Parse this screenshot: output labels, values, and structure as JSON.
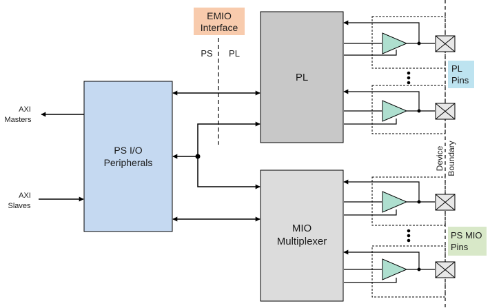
{
  "emio_box": {
    "line1": "EMIO",
    "line2": "Interface"
  },
  "ps_side": "PS",
  "pl_side": "PL",
  "axi_masters": {
    "line1": "AXI",
    "line2": "Masters"
  },
  "axi_slaves": {
    "line1": "AXI",
    "line2": "Slaves"
  },
  "ps_io_block": {
    "line1": "PS I/O",
    "line2": "Peripherals"
  },
  "pl_block": {
    "label": "PL"
  },
  "mio_block": {
    "line1": "MIO",
    "line2": "Multiplexer"
  },
  "pl_pins": {
    "line1": "PL",
    "line2": "Pins"
  },
  "ps_mio_pins": {
    "line1": "PS MIO",
    "line2": "Pins"
  },
  "device_boundary": {
    "line1": "Device",
    "line2": "Boundary"
  },
  "colors": {
    "ps_io_fill": "#c5d9f1",
    "pl_fill": "#c8c8c8",
    "mio_fill": "#dcdcdc",
    "emio_fill": "#f8cbad",
    "pl_pins_fill": "#bde3f0",
    "ps_mio_pins_fill": "#d8e8c8",
    "buffer_fill": "#aedfcf"
  }
}
